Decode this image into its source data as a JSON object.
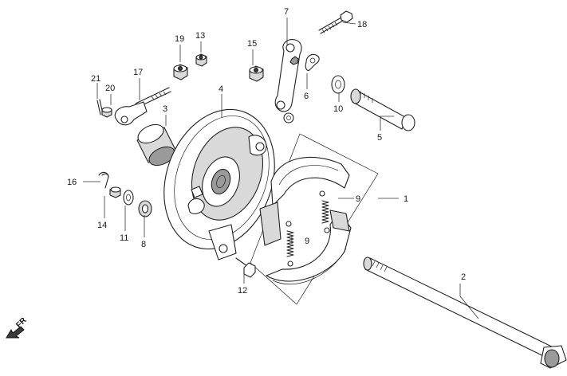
{
  "direction_label": "FR",
  "callouts": [
    {
      "key": "c1",
      "text": "1"
    },
    {
      "key": "c2",
      "text": "2"
    },
    {
      "key": "c3",
      "text": "3"
    },
    {
      "key": "c4",
      "text": "4"
    },
    {
      "key": "c5",
      "text": "5"
    },
    {
      "key": "c6",
      "text": "6"
    },
    {
      "key": "c7",
      "text": "7"
    },
    {
      "key": "c8",
      "text": "8"
    },
    {
      "key": "c9a",
      "text": "9"
    },
    {
      "key": "c9b",
      "text": "9"
    },
    {
      "key": "c10",
      "text": "10"
    },
    {
      "key": "c11",
      "text": "11"
    },
    {
      "key": "c12",
      "text": "12"
    },
    {
      "key": "c13",
      "text": "13"
    },
    {
      "key": "c14",
      "text": "14"
    },
    {
      "key": "c15",
      "text": "15"
    },
    {
      "key": "c16",
      "text": "16"
    },
    {
      "key": "c17",
      "text": "17"
    },
    {
      "key": "c18",
      "text": "18"
    },
    {
      "key": "c19",
      "text": "19"
    },
    {
      "key": "c20",
      "text": "20"
    },
    {
      "key": "c21",
      "text": "21"
    }
  ]
}
